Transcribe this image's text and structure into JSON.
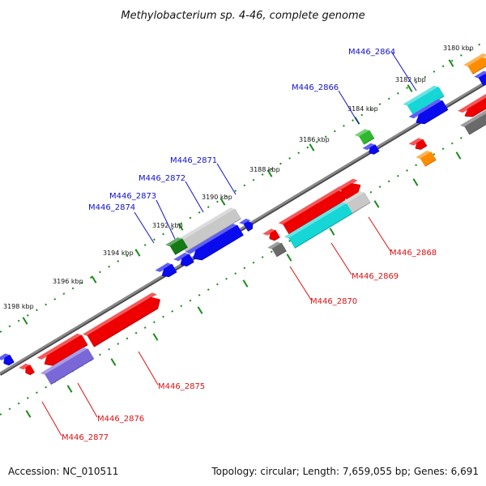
{
  "title": "Methylobacterium sp. 4-46, complete genome",
  "footer": {
    "accession": "Accession: NC_010511",
    "summary": "Topology: circular; Length: 7,659,055 bp; Genes: 6,691"
  },
  "colors": {
    "backbone": "#8a8a8a",
    "tick": "#1a8a1a",
    "label_top": "#1111cc",
    "label_bottom": "#dd1111",
    "red": "#ee0000",
    "blue": "#0a0aee",
    "cyan": "#16d6d6",
    "green": "#2fb82f",
    "darkgreen": "#147a14",
    "orange": "#ff8c00",
    "gray": "#6a6a6a",
    "lightgray": "#c8c8c8",
    "purple": "#7b68d8"
  },
  "ticks": [
    "3180 kbp",
    "3182 kbp",
    "3184 kbp",
    "3186 kbp",
    "3188 kbp",
    "3190 kbp",
    "3192 kbp",
    "3194 kbp",
    "3196 kbp",
    "3198 kbp"
  ],
  "labels_top": [
    "M446_2864",
    "M446_2866",
    "M446_2871",
    "M446_2872",
    "M446_2873",
    "M446_2874"
  ],
  "labels_bottom": [
    "M446_2868",
    "M446_2869",
    "M446_2870",
    "M446_2875",
    "M446_2876",
    "M446_2877"
  ]
}
